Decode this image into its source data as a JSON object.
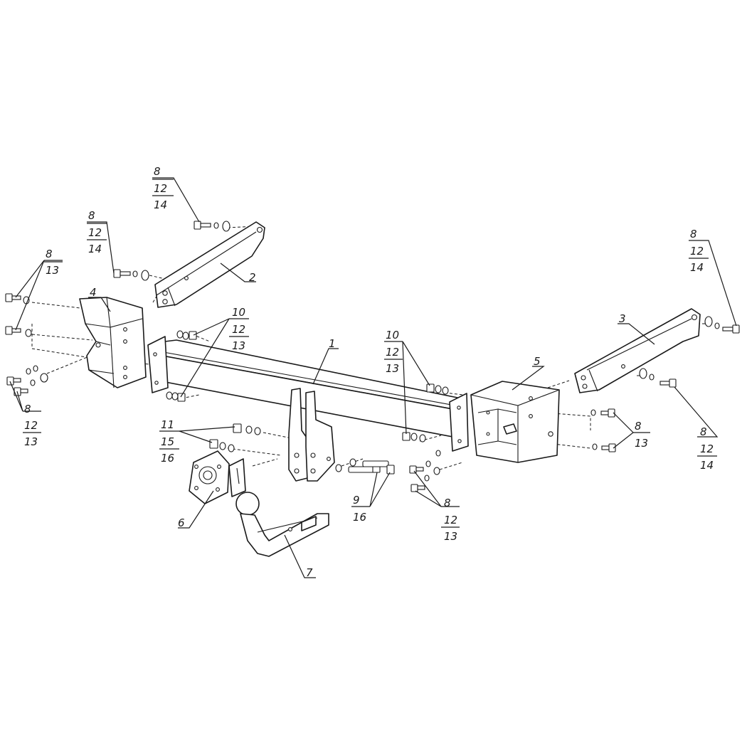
{
  "callouts": {
    "c1": "1",
    "c2": "2",
    "c3": "3",
    "c4": "4",
    "c5": "5",
    "c6": "6",
    "c7": "7",
    "bolt_top_a": [
      "8",
      "12",
      "14"
    ],
    "bolt_top_b": [
      "8",
      "12",
      "14"
    ],
    "bolt_left_top": [
      "8",
      "13"
    ],
    "bolt_left_bottom": [
      "8",
      "12",
      "13"
    ],
    "nut_left": [
      "10",
      "12",
      "13"
    ],
    "nut_center": [
      "10",
      "12",
      "13"
    ],
    "nut_socket": [
      "11",
      "15",
      "16"
    ],
    "bolt_ball": [
      "9",
      "16"
    ],
    "bolt_center_low": [
      "8",
      "12",
      "13"
    ],
    "bolt_right_top": [
      "8",
      "12",
      "14"
    ],
    "bolt_right_mid": [
      "8",
      "13"
    ],
    "bolt_right_low": [
      "8",
      "12",
      "14"
    ]
  }
}
